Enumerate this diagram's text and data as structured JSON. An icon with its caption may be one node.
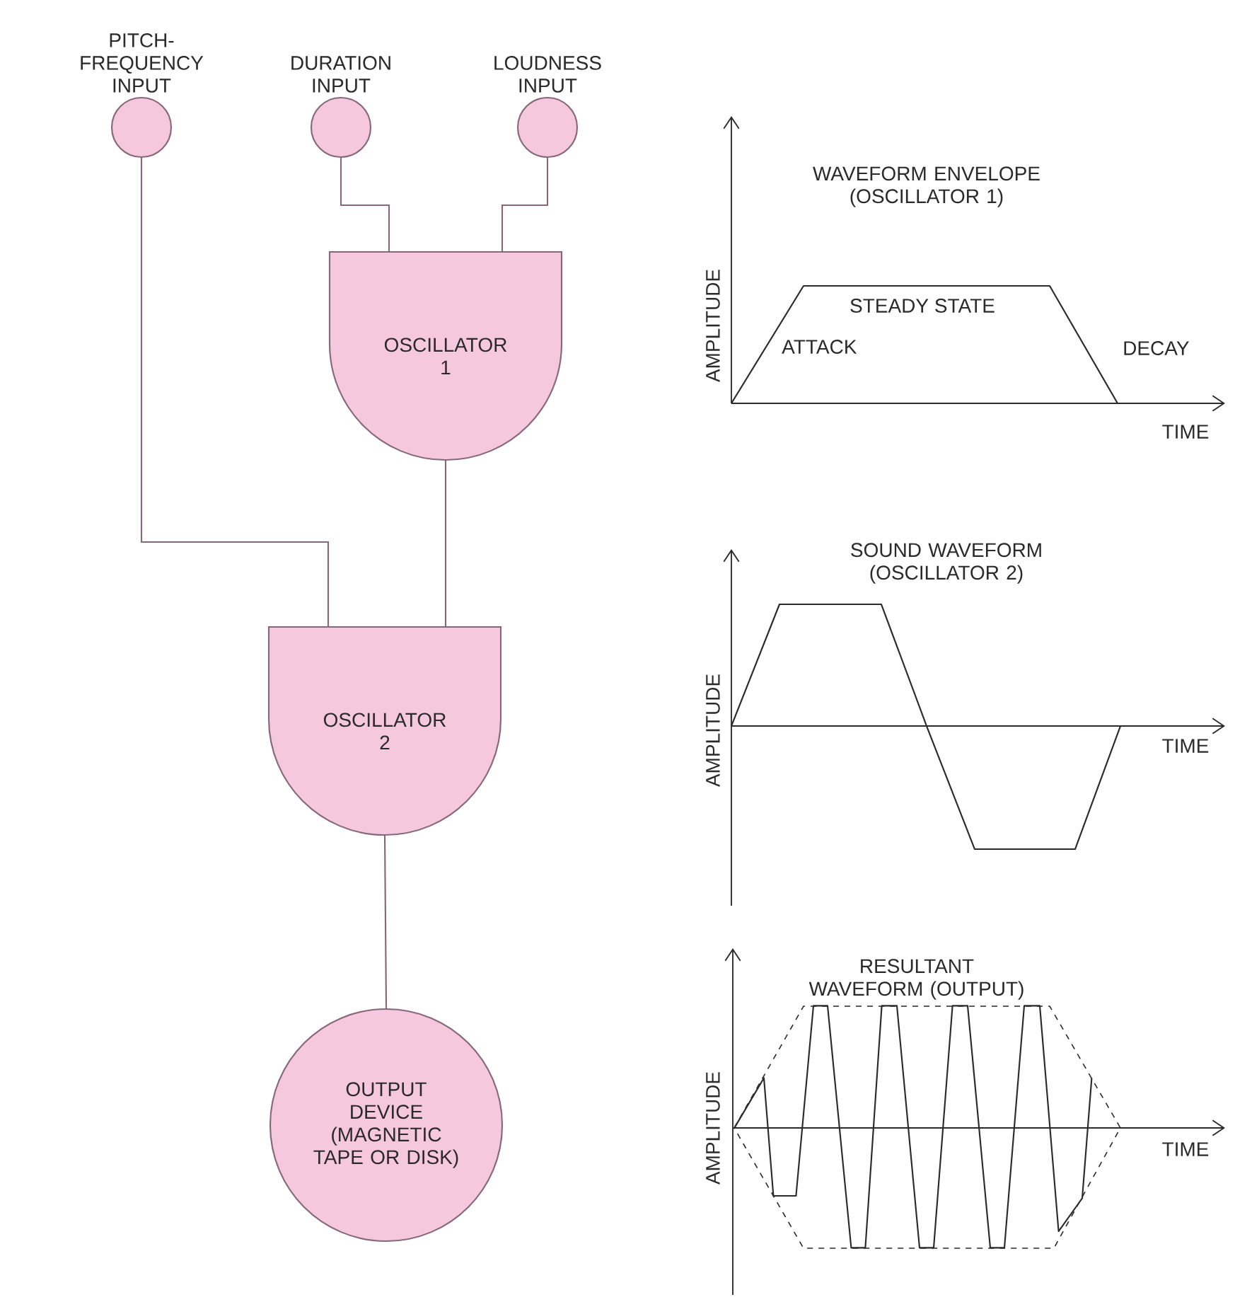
{
  "diagram": {
    "nodes": [
      {
        "text": [
          "PITCH-FREQUENCY INPUT"
        ]
      },
      {
        "text": [
          "DURATION INPUT"
        ]
      },
      {
        "text": [
          "LOUDNESS INPUT"
        ]
      },
      {
        "text": [
          "OSCILLATOR 1"
        ]
      },
      {
        "text": [
          "OSCILLATOR 2"
        ]
      },
      {
        "text": [
          "OUTPUT DEVICE (MAGNETIC TAPE OR DISK)"
        ]
      }
    ],
    "edges": [
      {
        "from": 1,
        "to": 3,
        "arrow": "none"
      },
      {
        "from": 2,
        "to": 3,
        "arrow": "none"
      },
      {
        "from": 0,
        "to": 4,
        "arrow": "none"
      },
      {
        "from": 3,
        "to": 4,
        "arrow": "none"
      },
      {
        "from": 4,
        "to": 5,
        "arrow": "none"
      }
    ],
    "labels": [
      "WAVEFORM ENVELOPE (OSCILLATOR 1)",
      "AMPLITUDE",
      "STEADY STATE",
      "ATTACK",
      "DECAY",
      "TIME",
      "SOUND WAVEFORM (OSCILLATOR 2)",
      "AMPLITUDE",
      "TIME",
      "RESULTANT WAVEFORM (OUTPUT)",
      "AMPLITUDE",
      "TIME"
    ]
  }
}
